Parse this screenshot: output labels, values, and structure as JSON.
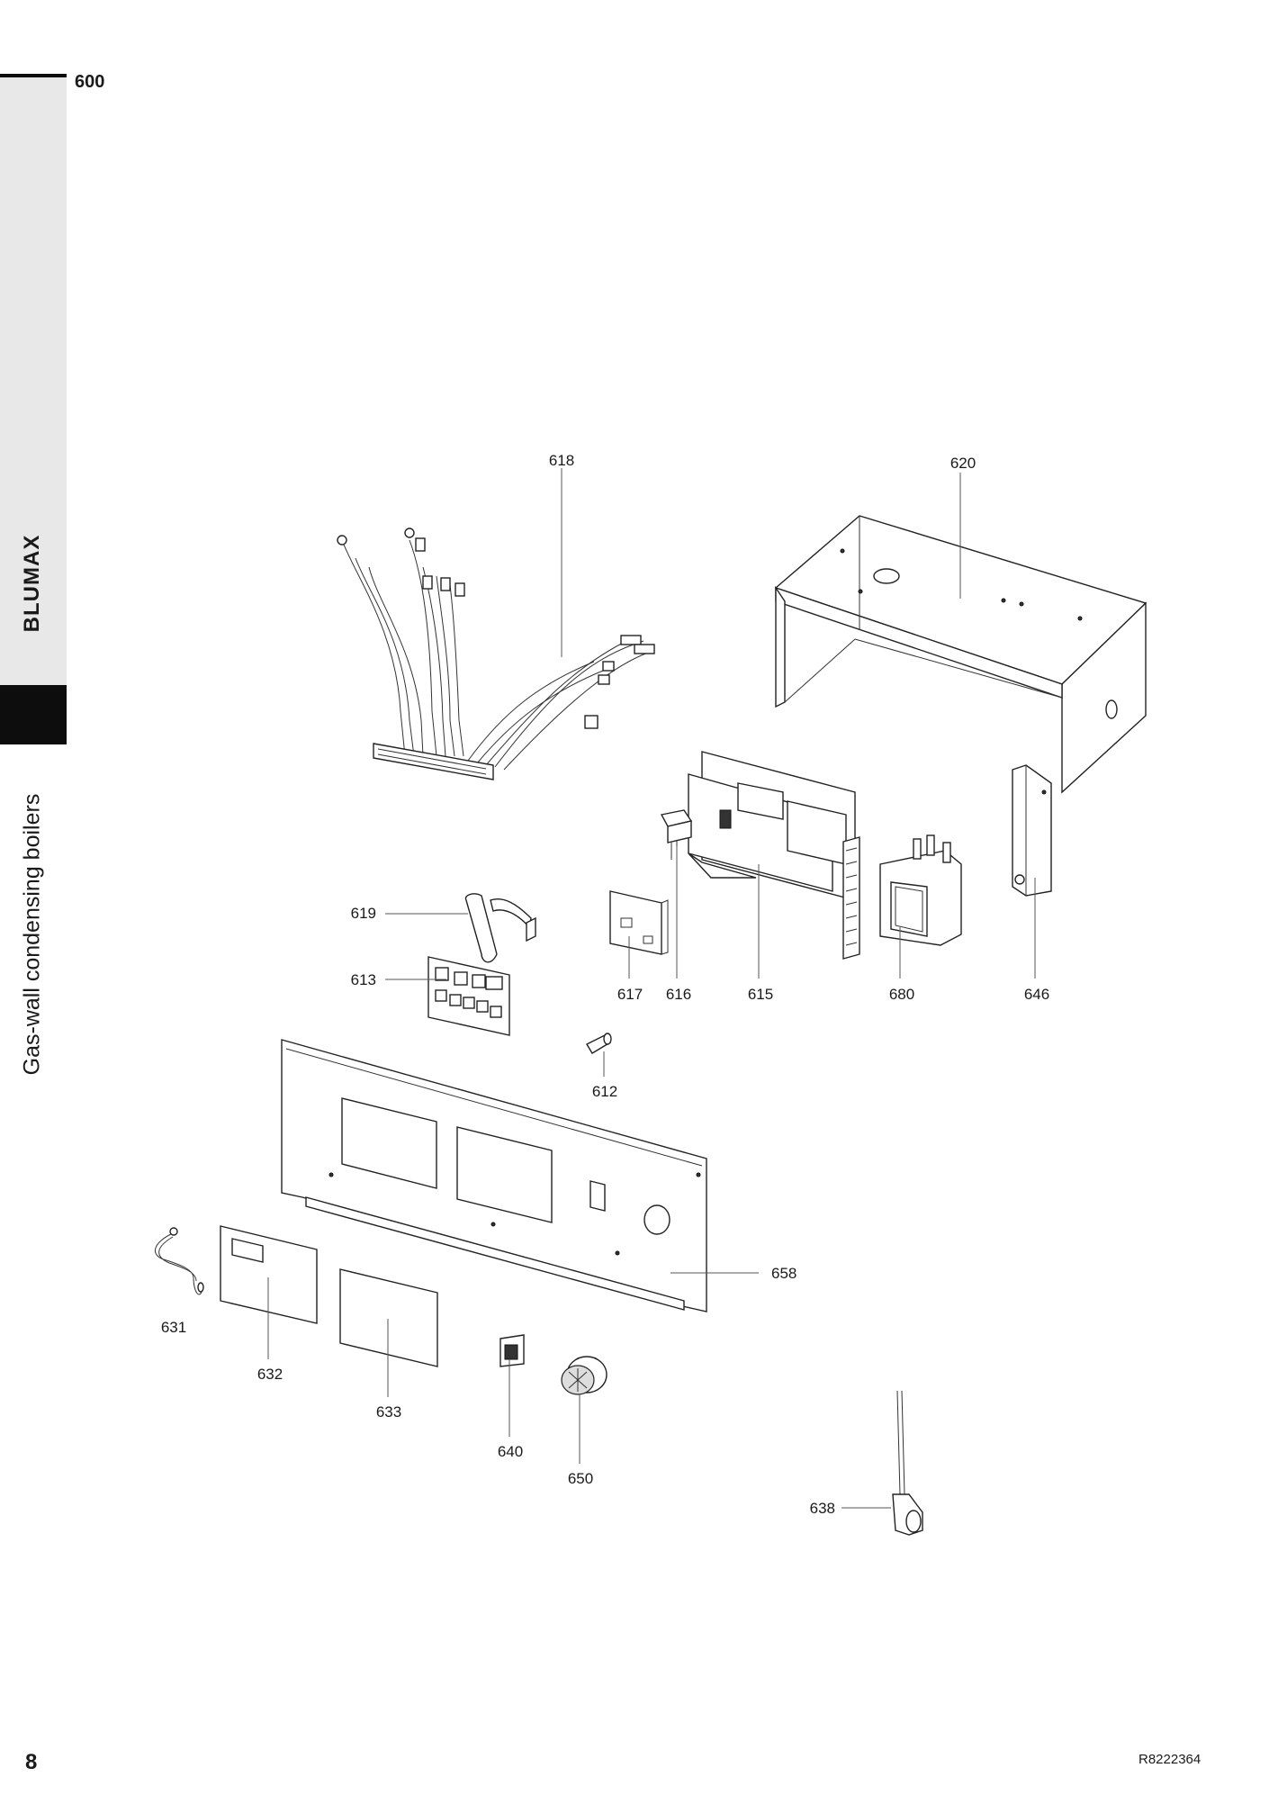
{
  "page": {
    "section_number": "600",
    "brand": "BLUMAX",
    "subtitle": "Gas-wall condensing boilers",
    "page_number": "8",
    "reference_code": "R8222364"
  },
  "parts": [
    {
      "id": "618",
      "label": "618"
    },
    {
      "id": "620",
      "label": "620"
    },
    {
      "id": "619",
      "label": "619"
    },
    {
      "id": "613",
      "label": "613"
    },
    {
      "id": "617",
      "label": "617"
    },
    {
      "id": "616",
      "label": "616"
    },
    {
      "id": "615",
      "label": "615"
    },
    {
      "id": "680",
      "label": "680"
    },
    {
      "id": "646",
      "label": "646"
    },
    {
      "id": "612",
      "label": "612"
    },
    {
      "id": "658",
      "label": "658"
    },
    {
      "id": "631",
      "label": "631"
    },
    {
      "id": "632",
      "label": "632"
    },
    {
      "id": "633",
      "label": "633"
    },
    {
      "id": "640",
      "label": "640"
    },
    {
      "id": "650",
      "label": "650"
    },
    {
      "id": "638",
      "label": "638"
    }
  ]
}
